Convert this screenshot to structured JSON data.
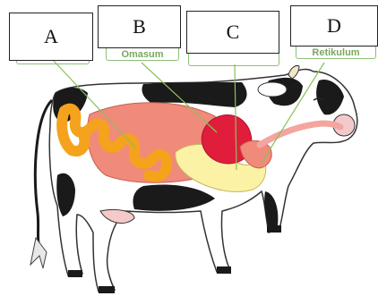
{
  "labels": {
    "a": "A",
    "b": "B",
    "c": "C",
    "d": "D"
  },
  "hidden_tags": {
    "b": "Omasum",
    "d": "Retikulum"
  },
  "colors": {
    "intestine": "#f5a21c",
    "large_organ": "#f08a7a",
    "rumen_light": "#fbf2a6",
    "heart_red": "#e01e3c",
    "esophagus": "#f4a5a0",
    "leader_line": "#8cbf5a",
    "cow_black": "#1a1a1a",
    "cow_white": "#ffffff",
    "cow_pink": "#f4c9c9"
  }
}
